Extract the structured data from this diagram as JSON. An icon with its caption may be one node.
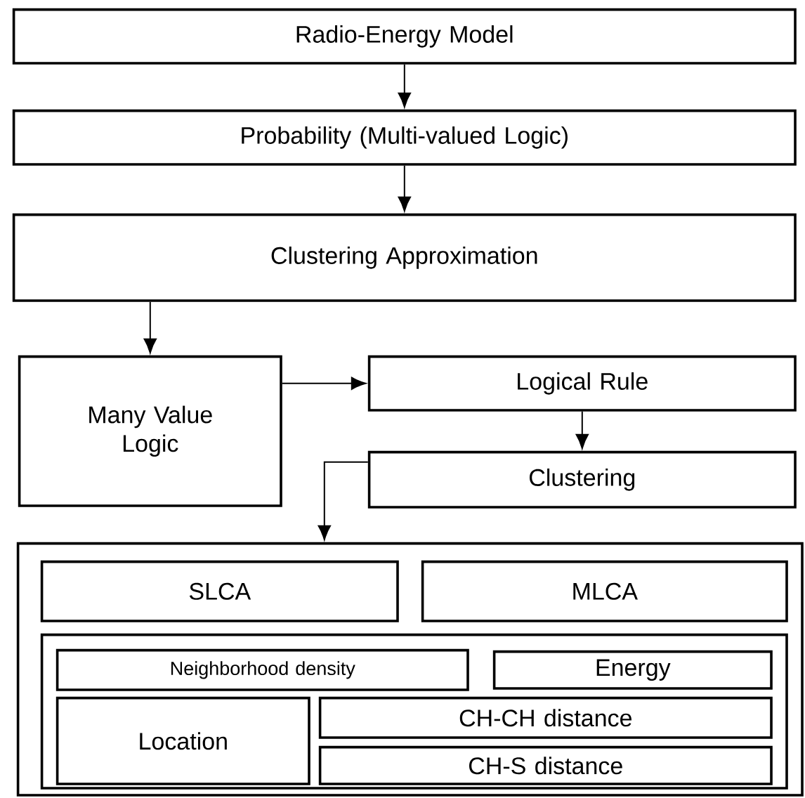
{
  "diagram": {
    "nodes": [
      {
        "text": [
          "Radio-Energy Model"
        ]
      },
      {
        "text": [
          "Probability (Multi-valued Logic)"
        ]
      },
      {
        "text": [
          "Clustering Approximation"
        ]
      },
      {
        "text": [
          "Many Value Logic"
        ]
      },
      {
        "text": [
          "Logical Rule"
        ]
      },
      {
        "text": [
          "Clustering"
        ]
      },
      {
        "text": [],
        "shape": "box"
      },
      {
        "text": [
          "SLCA"
        ],
        "in": 6
      },
      {
        "text": [
          "MLCA"
        ],
        "in": 6
      },
      {
        "text": [],
        "shape": "box",
        "in": 6
      },
      {
        "text": [
          "Neighborhood density"
        ],
        "in": 9
      },
      {
        "text": [
          "Energy"
        ],
        "in": 9
      },
      {
        "text": [
          "Location"
        ],
        "in": 9
      },
      {
        "text": [
          "CH-CH distance"
        ],
        "in": 9
      },
      {
        "text": [
          "CH-S distance"
        ],
        "in": 9
      }
    ],
    "edges": [
      {
        "from": 0,
        "to": 1,
        "arrow": "to"
      },
      {
        "from": 1,
        "to": 2,
        "arrow": "to"
      },
      {
        "from": 2,
        "to": 3,
        "arrow": "to"
      },
      {
        "from": 3,
        "to": 4,
        "arrow": "to"
      },
      {
        "from": 4,
        "to": 5,
        "arrow": "to"
      },
      {
        "from": 5,
        "to": 6,
        "arrow": "to"
      }
    ]
  }
}
